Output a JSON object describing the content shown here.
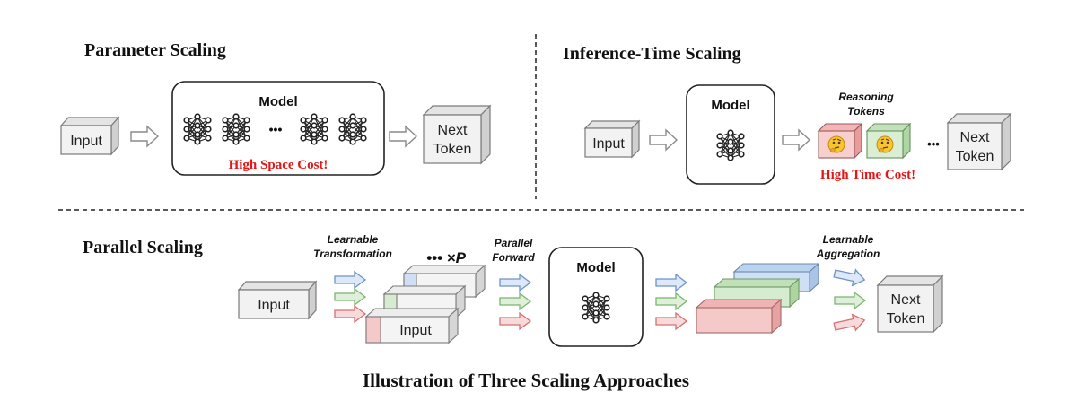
{
  "title": "Illustration of Three Scaling Approaches",
  "panels": {
    "parameter_scaling": {
      "title": "Parameter Scaling",
      "input": "Input",
      "model": "Model",
      "ellipsis": "•••",
      "cost": "High Space Cost!",
      "output_line1": "Next",
      "output_line2": "Token"
    },
    "inference_time_scaling": {
      "title": "Inference-Time Scaling",
      "input": "Input",
      "model": "Model",
      "reasoning_line1": "Reasoning",
      "reasoning_line2": "Tokens",
      "ellipsis": "•••",
      "cost": "High Time Cost!",
      "output_line1": "Next",
      "output_line2": "Token"
    },
    "parallel_scaling": {
      "title": "Parallel Scaling",
      "input": "Input",
      "transform_line1": "Learnable",
      "transform_line2": "Transformation",
      "times_p": "••• ×P",
      "forward_line1": "Parallel",
      "forward_line2": "Forward",
      "stack_input": "Input",
      "model": "Model",
      "aggregation_line1": "Learnable",
      "aggregation_line2": "Aggregation",
      "output_line1": "Next",
      "output_line2": "Token"
    }
  },
  "colors": {
    "blue_stream": "#cfe0f5",
    "green_stream": "#d6ecd0",
    "red_stream": "#f6c9c9",
    "red_text": "#e01818",
    "box_gray": "#f1f1f1"
  },
  "icons": [
    "neural-network-icon",
    "thinking-face-emoji",
    "arrow-icon"
  ]
}
